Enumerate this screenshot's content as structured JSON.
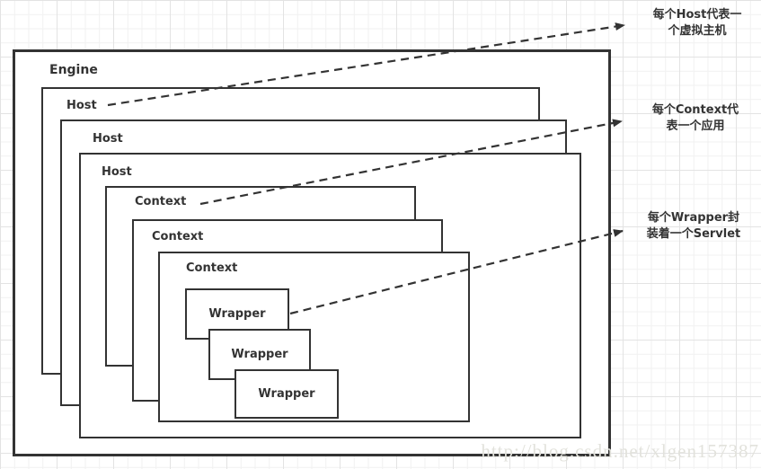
{
  "diagram": {
    "engine": {
      "label": "Engine"
    },
    "hosts": [
      {
        "label": "Host"
      },
      {
        "label": "Host"
      },
      {
        "label": "Host"
      }
    ],
    "contexts": [
      {
        "label": "Context"
      },
      {
        "label": "Context"
      },
      {
        "label": "Context"
      }
    ],
    "wrappers": [
      {
        "label": "Wrapper"
      },
      {
        "label": "Wrapper"
      },
      {
        "label": "Wrapper"
      }
    ],
    "annotations": [
      {
        "line1": "每个Host代表一",
        "line2": "个虚拟主机"
      },
      {
        "line1": "每个Context代",
        "line2": "表一个应用"
      },
      {
        "line1": "每个Wrapper封",
        "line2": "装着一个Servlet"
      }
    ]
  },
  "watermark": {
    "text": "http://blog.csdn.net/xlgen157387"
  },
  "colors": {
    "border": "#333333",
    "text": "#333333",
    "arrow": "#333333",
    "watermark": "#e2e2dc",
    "grid_minor": "#f1f1f1",
    "grid_major": "#e3e3e3",
    "background": "#ffffff"
  }
}
